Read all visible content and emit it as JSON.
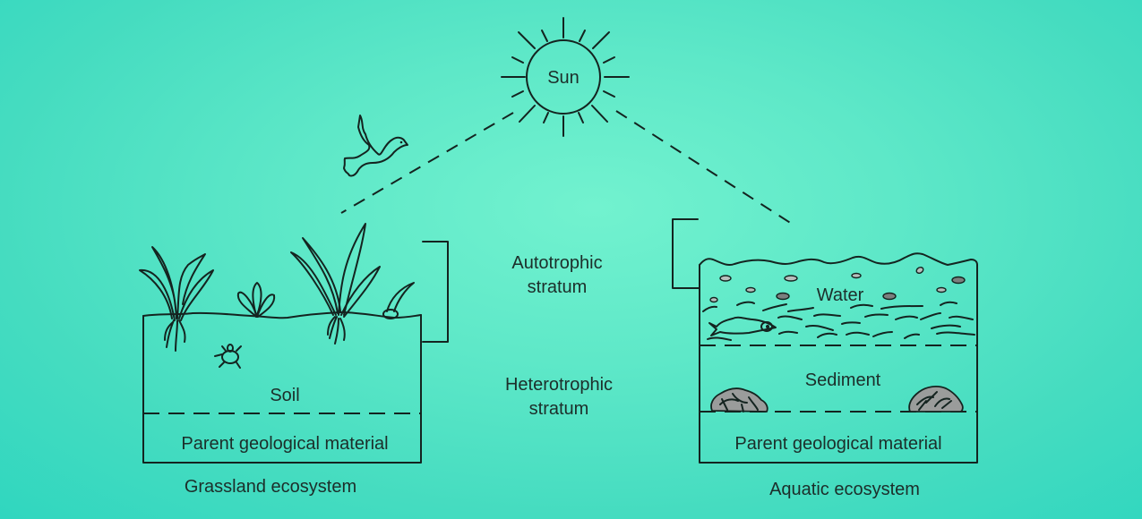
{
  "diagram": {
    "type": "ecosystem-comparison",
    "sun": {
      "label": "Sun"
    },
    "center_labels": {
      "autotrophic": [
        "Autotrophic",
        "stratum"
      ],
      "heterotrophic": [
        "Heterotrophic",
        "stratum"
      ]
    },
    "grassland": {
      "caption": "Grassland ecosystem",
      "layers": {
        "soil": "Soil",
        "parent": "Parent geological material"
      },
      "organisms": [
        "grass-plant",
        "small-herb",
        "grass-plant",
        "seedling",
        "soil-insect",
        "bird"
      ]
    },
    "aquatic": {
      "caption": "Aquatic ecosystem",
      "layers": {
        "water": "Water",
        "sediment": "Sediment",
        "parent": "Parent geological material"
      },
      "organisms": [
        "fish",
        "plankton-particles",
        "rocks"
      ]
    },
    "colors": {
      "background_center": "#72f2cf",
      "background_edge": "#2fd6bf",
      "line": "#142420",
      "text": "#1c2e2a",
      "rock_fill": "#9a9c9b"
    }
  }
}
